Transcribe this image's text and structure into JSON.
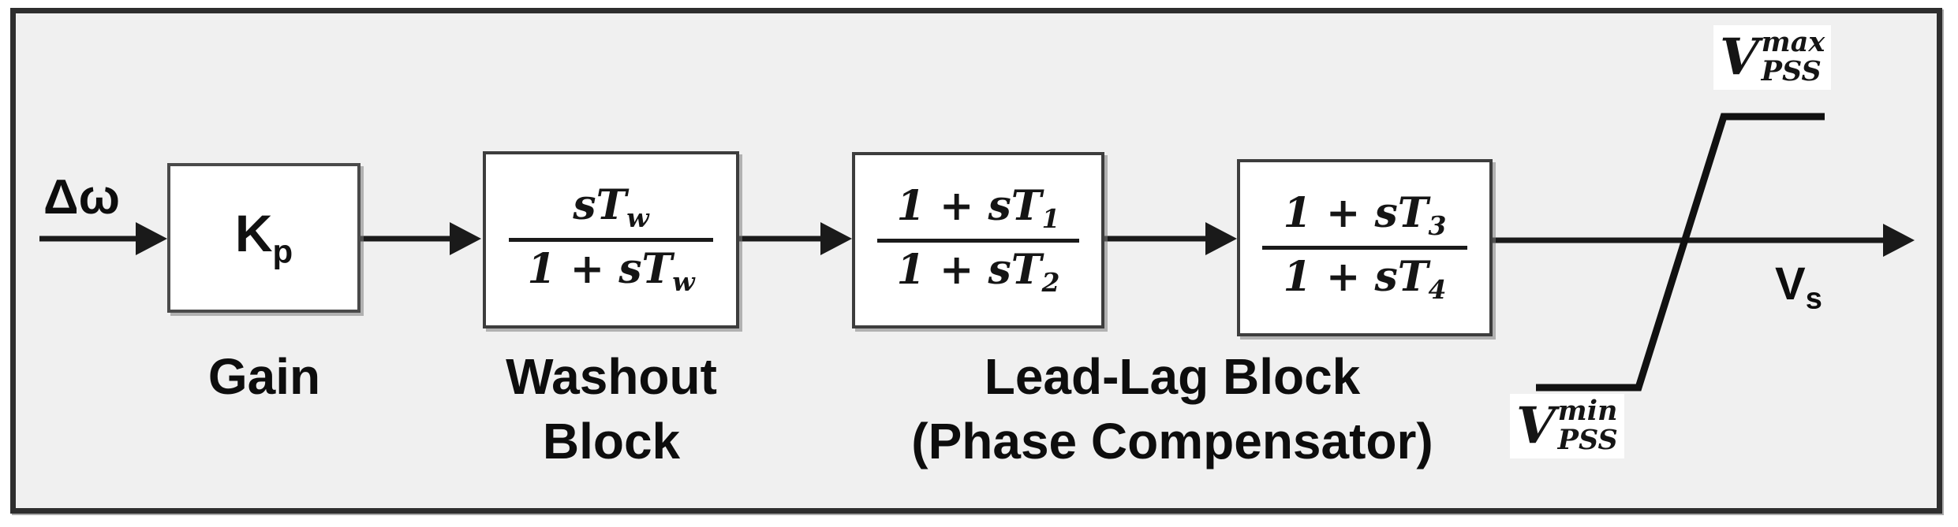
{
  "input": {
    "label": "Δω"
  },
  "gain": {
    "symbol_base": "K",
    "symbol_sub": "p",
    "caption": "Gain"
  },
  "washout": {
    "num_base": "sT",
    "num_sub": "w",
    "den_base": "1 + sT",
    "den_sub": "w",
    "caption_line1": "Washout",
    "caption_line2": "Block"
  },
  "leadlag1": {
    "num_base": "1 + sT",
    "num_sub": "1",
    "den_base": "1 + sT",
    "den_sub": "2"
  },
  "leadlag2": {
    "num_base": "1 + sT",
    "num_sub": "3",
    "den_base": "1 + sT",
    "den_sub": "4"
  },
  "leadlag_caption": {
    "line1": "Lead-Lag Block",
    "line2": "(Phase Compensator)"
  },
  "limiter": {
    "max": {
      "base": "V",
      "sup": "max",
      "sub": "PSS"
    },
    "min": {
      "base": "V",
      "sup": "min",
      "sub": "PSS"
    }
  },
  "output": {
    "label_base": "V",
    "label_sub": "s"
  },
  "colors": {
    "background": "#f0f0f0",
    "stroke": "#1a1a1a",
    "frame_border": "#2e2e2e",
    "box_fill": "#ffffff",
    "box_border": "#3d3d3d",
    "text": "#111111"
  }
}
